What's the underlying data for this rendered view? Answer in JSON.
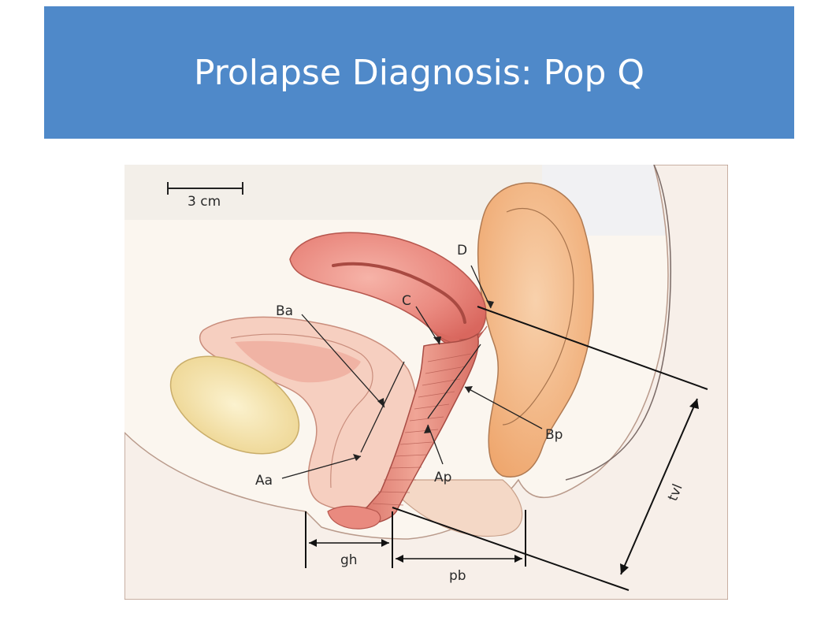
{
  "slide": {
    "title": "Prolapse Diagnosis: Pop Q"
  },
  "diagram": {
    "scale_bar_label": "3 cm",
    "labels": {
      "D": "D",
      "C": "C",
      "Ba": "Ba",
      "Bp": "Bp",
      "Aa": "Aa",
      "Ap": "Ap",
      "gh": "gh",
      "pb": "pb",
      "tvl": "tvl"
    }
  },
  "colors": {
    "title_bar": "#4f89c9",
    "title_text": "#ffffff",
    "uterus": "#e8827a",
    "rectum": "#efae76",
    "bladder": "#f3c1b0",
    "pubic_bone": "#f2dfa1"
  }
}
